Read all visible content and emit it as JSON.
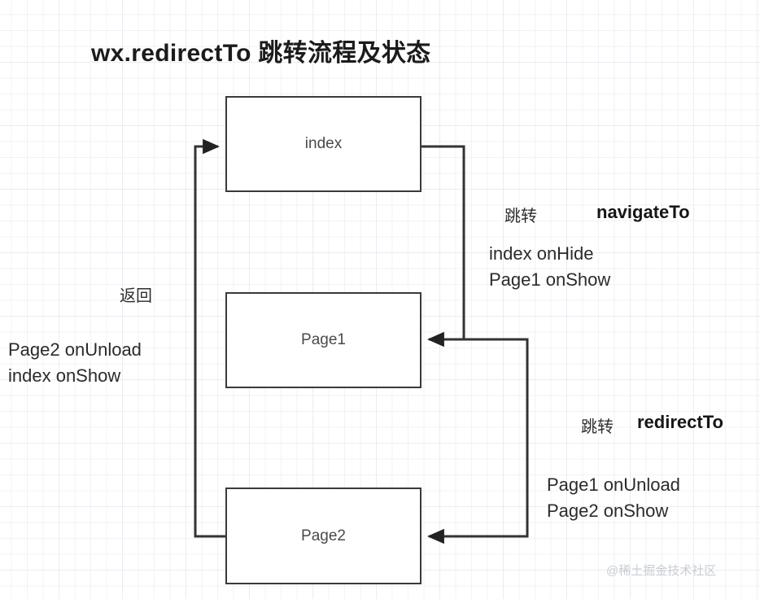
{
  "title": "wx.redirectTo 跳转流程及状态",
  "nodes": [
    {
      "id": "index",
      "label": "index"
    },
    {
      "id": "page1",
      "label": "Page1"
    },
    {
      "id": "page2",
      "label": "Page2"
    }
  ],
  "edges": {
    "navigate": {
      "action": "跳转",
      "api": "navigateTo",
      "states": "index onHide\nPage1 onShow",
      "state_lines": [
        "index  onHide",
        "Page1 onShow"
      ],
      "from": "index",
      "to": "page1"
    },
    "redirect": {
      "action": "跳转",
      "api": "redirectTo",
      "states": "Page1 onUnload\nPage2 onShow",
      "state_lines": [
        "Page1  onUnload",
        "Page2 onShow"
      ],
      "from": "page1",
      "to": "page2"
    },
    "back": {
      "action": "返回",
      "api": "",
      "states": "Page2 onUnload\nindex onShow",
      "state_lines": [
        "Page2  onUnload",
        "index  onShow"
      ],
      "from": "page2",
      "to": "index"
    }
  },
  "watermark": "@稀土掘金技术社区",
  "colors": {
    "box_border": "#3a3a3a",
    "edge_stroke": "#333333",
    "node_text": "#4a4a4a",
    "title_text": "#1b1b1b",
    "grid_line": "#e4e9ef",
    "watermark_text": "#c9ccd1",
    "background": "#ffffff"
  }
}
